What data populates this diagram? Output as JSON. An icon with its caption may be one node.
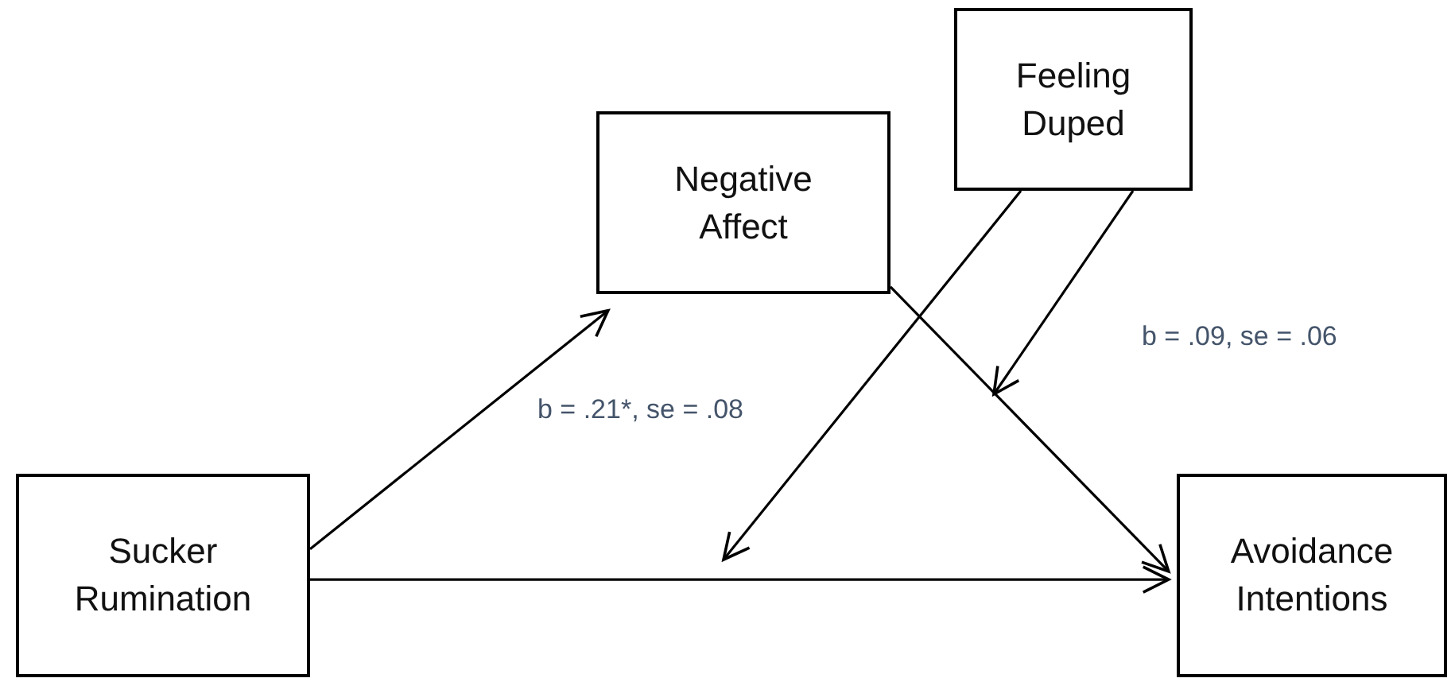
{
  "diagram": {
    "nodes": [
      {
        "text": [
          "Negative Affect"
        ]
      },
      {
        "text": [
          "Feeling Duped"
        ]
      },
      {
        "text": [
          "Sucker Rumination"
        ]
      },
      {
        "text": [
          "Avoidance Intentions"
        ]
      }
    ],
    "edges": [
      {
        "from": 2,
        "to": 0,
        "arrow": "to"
      },
      {
        "from": 0,
        "to": 3,
        "arrow": "to"
      },
      {
        "from": 2,
        "to": 3,
        "arrow": "to"
      },
      {
        "from": 1,
        "to": null,
        "arrow": "to"
      },
      {
        "from": 1,
        "to": null,
        "arrow": "to"
      }
    ],
    "labels": [
      "b = .09, se = .06",
      "b = .21*, se = .08"
    ]
  }
}
